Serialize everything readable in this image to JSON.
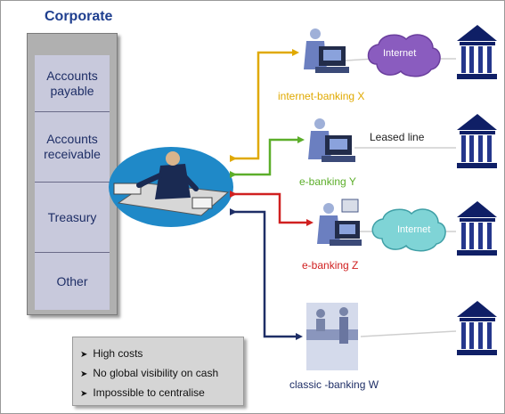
{
  "title": "Corporate",
  "departments": [
    "Accounts payable",
    "Accounts receivable",
    "Treasury",
    "Other"
  ],
  "channels": {
    "x": "internet-banking X",
    "y": "e-banking Y",
    "z": "e-banking Z",
    "w": "classic -banking W"
  },
  "links": {
    "internet_1": "Internet",
    "leased_line": "Leased line",
    "internet_2": "Internet"
  },
  "issues": [
    "High costs",
    "No global visibility on cash",
    "Impossible to centralise"
  ],
  "colors": {
    "x": "#e0a900",
    "y": "#5cae2a",
    "z": "#d02020",
    "w": "#1e2e66"
  },
  "icons": {
    "manager": "office-worker-at-desk-icon",
    "terminal": "computer-terminal-icon",
    "cloud": "internet-cloud-icon",
    "bank": "bank-building-icon",
    "counter": "bank-counter-icon"
  }
}
